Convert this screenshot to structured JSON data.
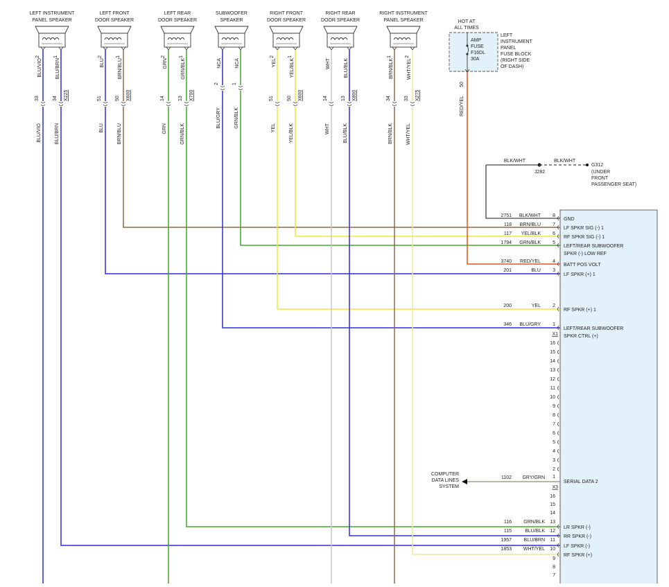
{
  "speakers": [
    {
      "id": "lip",
      "title": [
        "LEFT INSTRUMENT",
        "PANEL SPEAKER"
      ],
      "pins": [
        "2",
        "1"
      ],
      "pin_colors": [
        "BLU/VIO",
        "BLU/BRN"
      ],
      "con_pins": [
        "33",
        "34"
      ],
      "con_id": "X225",
      "wire_colors": [
        "BLU/VIO",
        "BLU/BRN"
      ],
      "line_colors": [
        "#2b2bd6",
        "#2b2bd6"
      ],
      "mid": 75
    },
    {
      "id": "lfd",
      "title": [
        "LEFT FRONT",
        "DOOR SPEAKER"
      ],
      "pins": [
        "2",
        "1"
      ],
      "pin_colors": [
        "BLU",
        "BRN/BLU"
      ],
      "con_pins": [
        "51",
        "50"
      ],
      "con_id": "X600",
      "wire_colors": [
        "BLU",
        "BRN/BLU"
      ],
      "line_colors": [
        "#2b2bd6",
        "#8a6c4a"
      ],
      "mid": 165
    },
    {
      "id": "lrd",
      "title": [
        "LEFT REAR",
        "DOOR SPEAKER"
      ],
      "pins": [
        "2",
        "1"
      ],
      "pin_colors": [
        "GRN",
        "GRN/BLK"
      ],
      "con_pins": [
        "14",
        "13"
      ],
      "con_id": "X700",
      "wire_colors": [
        "GRN",
        "GRN/BLK"
      ],
      "line_colors": [
        "#43a82a",
        "#43a82a"
      ],
      "mid": 256
    },
    {
      "id": "sub",
      "title": [
        "SUBWOOFER",
        "SPEAKER"
      ],
      "pins": [
        "",
        ""
      ],
      "pin_colors": [
        "NCA",
        "NCA"
      ],
      "con_pins": [
        "2",
        "1"
      ],
      "con_id": "",
      "wire_colors": [
        "BLU/GRY",
        "GRN/BLK"
      ],
      "line_colors": [
        "#2b2bd6",
        "#43a82a"
      ],
      "mid": 334
    },
    {
      "id": "rfd",
      "title": [
        "RIGHT FRONT",
        "DOOR SPEAKER"
      ],
      "pins": [
        "2",
        "1"
      ],
      "pin_colors": [
        "YEL",
        "YEL/BLK"
      ],
      "con_pins": [
        "51",
        "50"
      ],
      "con_id": "X600",
      "wire_colors": [
        "YEL",
        "YEL/BLK"
      ],
      "line_colors": [
        "#e8e83a",
        "#e8e83a"
      ],
      "mid": 413
    },
    {
      "id": "rrd",
      "title": [
        "RIGHT REAR",
        "DOOR SPEAKER"
      ],
      "pins": [
        "",
        ""
      ],
      "pin_colors": [
        "WHT",
        "BLU/BLK"
      ],
      "con_pins": [
        "14",
        "13"
      ],
      "con_id": "X800",
      "wire_colors": [
        "WHT",
        "BLU/BLK"
      ],
      "line_colors": [
        "#c8c8c8",
        "#2b2bd6"
      ],
      "mid": 491
    },
    {
      "id": "rip",
      "title": [
        "RIGHT INSTRUMENT",
        "PANEL SPEAKER"
      ],
      "pins": [
        "1",
        "2"
      ],
      "pin_colors": [
        "BRN/BLK",
        "WHT/YEL"
      ],
      "con_pins": [
        "34",
        "33"
      ],
      "con_id": "X275",
      "wire_colors": [
        "BRN/BLK",
        "WHT/YEL"
      ],
      "line_colors": [
        "#8a6c4a",
        "#e8e8a0"
      ],
      "mid": 582
    }
  ],
  "fuse": {
    "hot_label": [
      "HOT AT",
      "ALL TIMES"
    ],
    "fuse_text": [
      "AMP",
      "FUSE",
      "F16DL",
      "30A"
    ],
    "block_text": [
      "LEFT",
      "INSTRUMENT",
      "PANEL",
      "FUSE BLOCK",
      "(RIGHT SIDE",
      "OF DASH)"
    ],
    "pin": "50",
    "wire_color": "RED/YEL"
  },
  "ground": {
    "wire1": "BLK/WHT",
    "wire2": "BLK/WHT",
    "splice": "J282",
    "ground_id": "G312",
    "ground_text": [
      "(UNDER",
      "FRONT",
      "PASSENGER SEAT)"
    ]
  },
  "module_x1": {
    "connector": "X1",
    "rows": [
      {
        "pin": "8",
        "circuit": "2751",
        "color": "BLK/WHT",
        "labels": [
          "GND"
        ]
      },
      {
        "pin": "7",
        "circuit": "118",
        "color": "BRN/BLU",
        "labels": [
          "LF SPKR SIG (-) 1"
        ]
      },
      {
        "pin": "6",
        "circuit": "117",
        "color": "YEL/BLK",
        "labels": [
          "RF SPKR SIG (-) 1"
        ]
      },
      {
        "pin": "5",
        "circuit": "1794",
        "color": "GRN/BLK",
        "labels": [
          "LEFT/REAR SUBWOOFER",
          "SPKR (-) LOW REF"
        ]
      },
      {
        "pin": "4",
        "circuit": "3740",
        "color": "RED/YEL",
        "labels": [
          "BATT POS VOLT"
        ]
      },
      {
        "pin": "3",
        "circuit": "201",
        "color": "BLU",
        "labels": [
          "LF SPKR (+) 1"
        ]
      },
      {
        "pin": "2",
        "circuit": "200",
        "color": "YEL",
        "labels": [
          "RF SPKR (+) 1"
        ]
      },
      {
        "pin": "1",
        "circuit": "346",
        "color": "BLU/GRY",
        "labels": [
          "LEFT/REAR SUBWOOFER",
          "SPKR CTRL (+)"
        ]
      }
    ]
  },
  "module_x3": {
    "connector": "X3",
    "empty_x1_pins": [
      "16",
      "15",
      "14",
      "13",
      "12",
      "11",
      "10",
      "9",
      "8",
      "7",
      "6",
      "5",
      "4",
      "3",
      "2"
    ],
    "serial": {
      "pin": "1",
      "circuit": "1102",
      "color": "GRY/GRN",
      "label": "SERIAL DATA 2"
    },
    "empty_x3_top": [
      "16",
      "15",
      "14"
    ],
    "rows": [
      {
        "pin": "13",
        "circuit": "116",
        "color": "GRN/BLK",
        "label": "LR SPKR (-)"
      },
      {
        "pin": "12",
        "circuit": "115",
        "color": "BLU/BLK",
        "label": "RR SPKR (-)"
      },
      {
        "pin": "11",
        "circuit": "1957",
        "color": "BLU/BRN",
        "label": "LF SPKR (-)"
      },
      {
        "pin": "10",
        "circuit": "1853",
        "color": "WHT/YEL",
        "label": "RF SPKR (+)"
      }
    ],
    "empty_x3_bottom": [
      "9",
      "8",
      "7"
    ]
  },
  "computer_label": [
    "COMPUTER",
    "DATA LINES",
    "SYSTEM"
  ]
}
